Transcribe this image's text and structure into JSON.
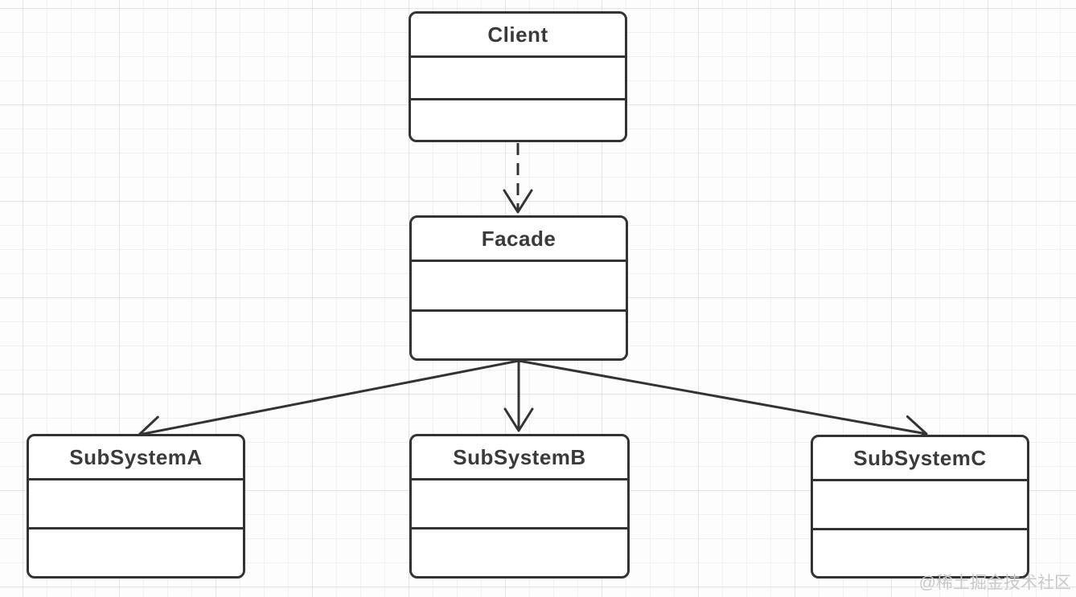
{
  "diagram": {
    "kind": "uml-class-diagram",
    "pattern": "Facade",
    "classes": {
      "client": {
        "name": "Client"
      },
      "facade": {
        "name": "Facade"
      },
      "subsystem_a": {
        "name": "SubSystemA"
      },
      "subsystem_b": {
        "name": "SubSystemB"
      },
      "subsystem_c": {
        "name": "SubSystemC"
      }
    },
    "relations": [
      {
        "from": "Client",
        "to": "Facade",
        "line": "dashed",
        "arrowhead": "open"
      },
      {
        "from": "Facade",
        "to": "SubSystemA",
        "line": "solid",
        "arrowhead": "open"
      },
      {
        "from": "Facade",
        "to": "SubSystemB",
        "line": "solid",
        "arrowhead": "open"
      },
      {
        "from": "Facade",
        "to": "SubSystemC",
        "line": "solid",
        "arrowhead": "open"
      }
    ]
  },
  "watermark": {
    "text": "@稀土掘金技术社区"
  },
  "colors": {
    "stroke": "#333333",
    "text": "#3a3a3a",
    "background": "#fdfdfd",
    "grid_minor": "#f0f0f0",
    "grid_major": "#e4e4e4",
    "watermark": "#c9c9c9"
  }
}
